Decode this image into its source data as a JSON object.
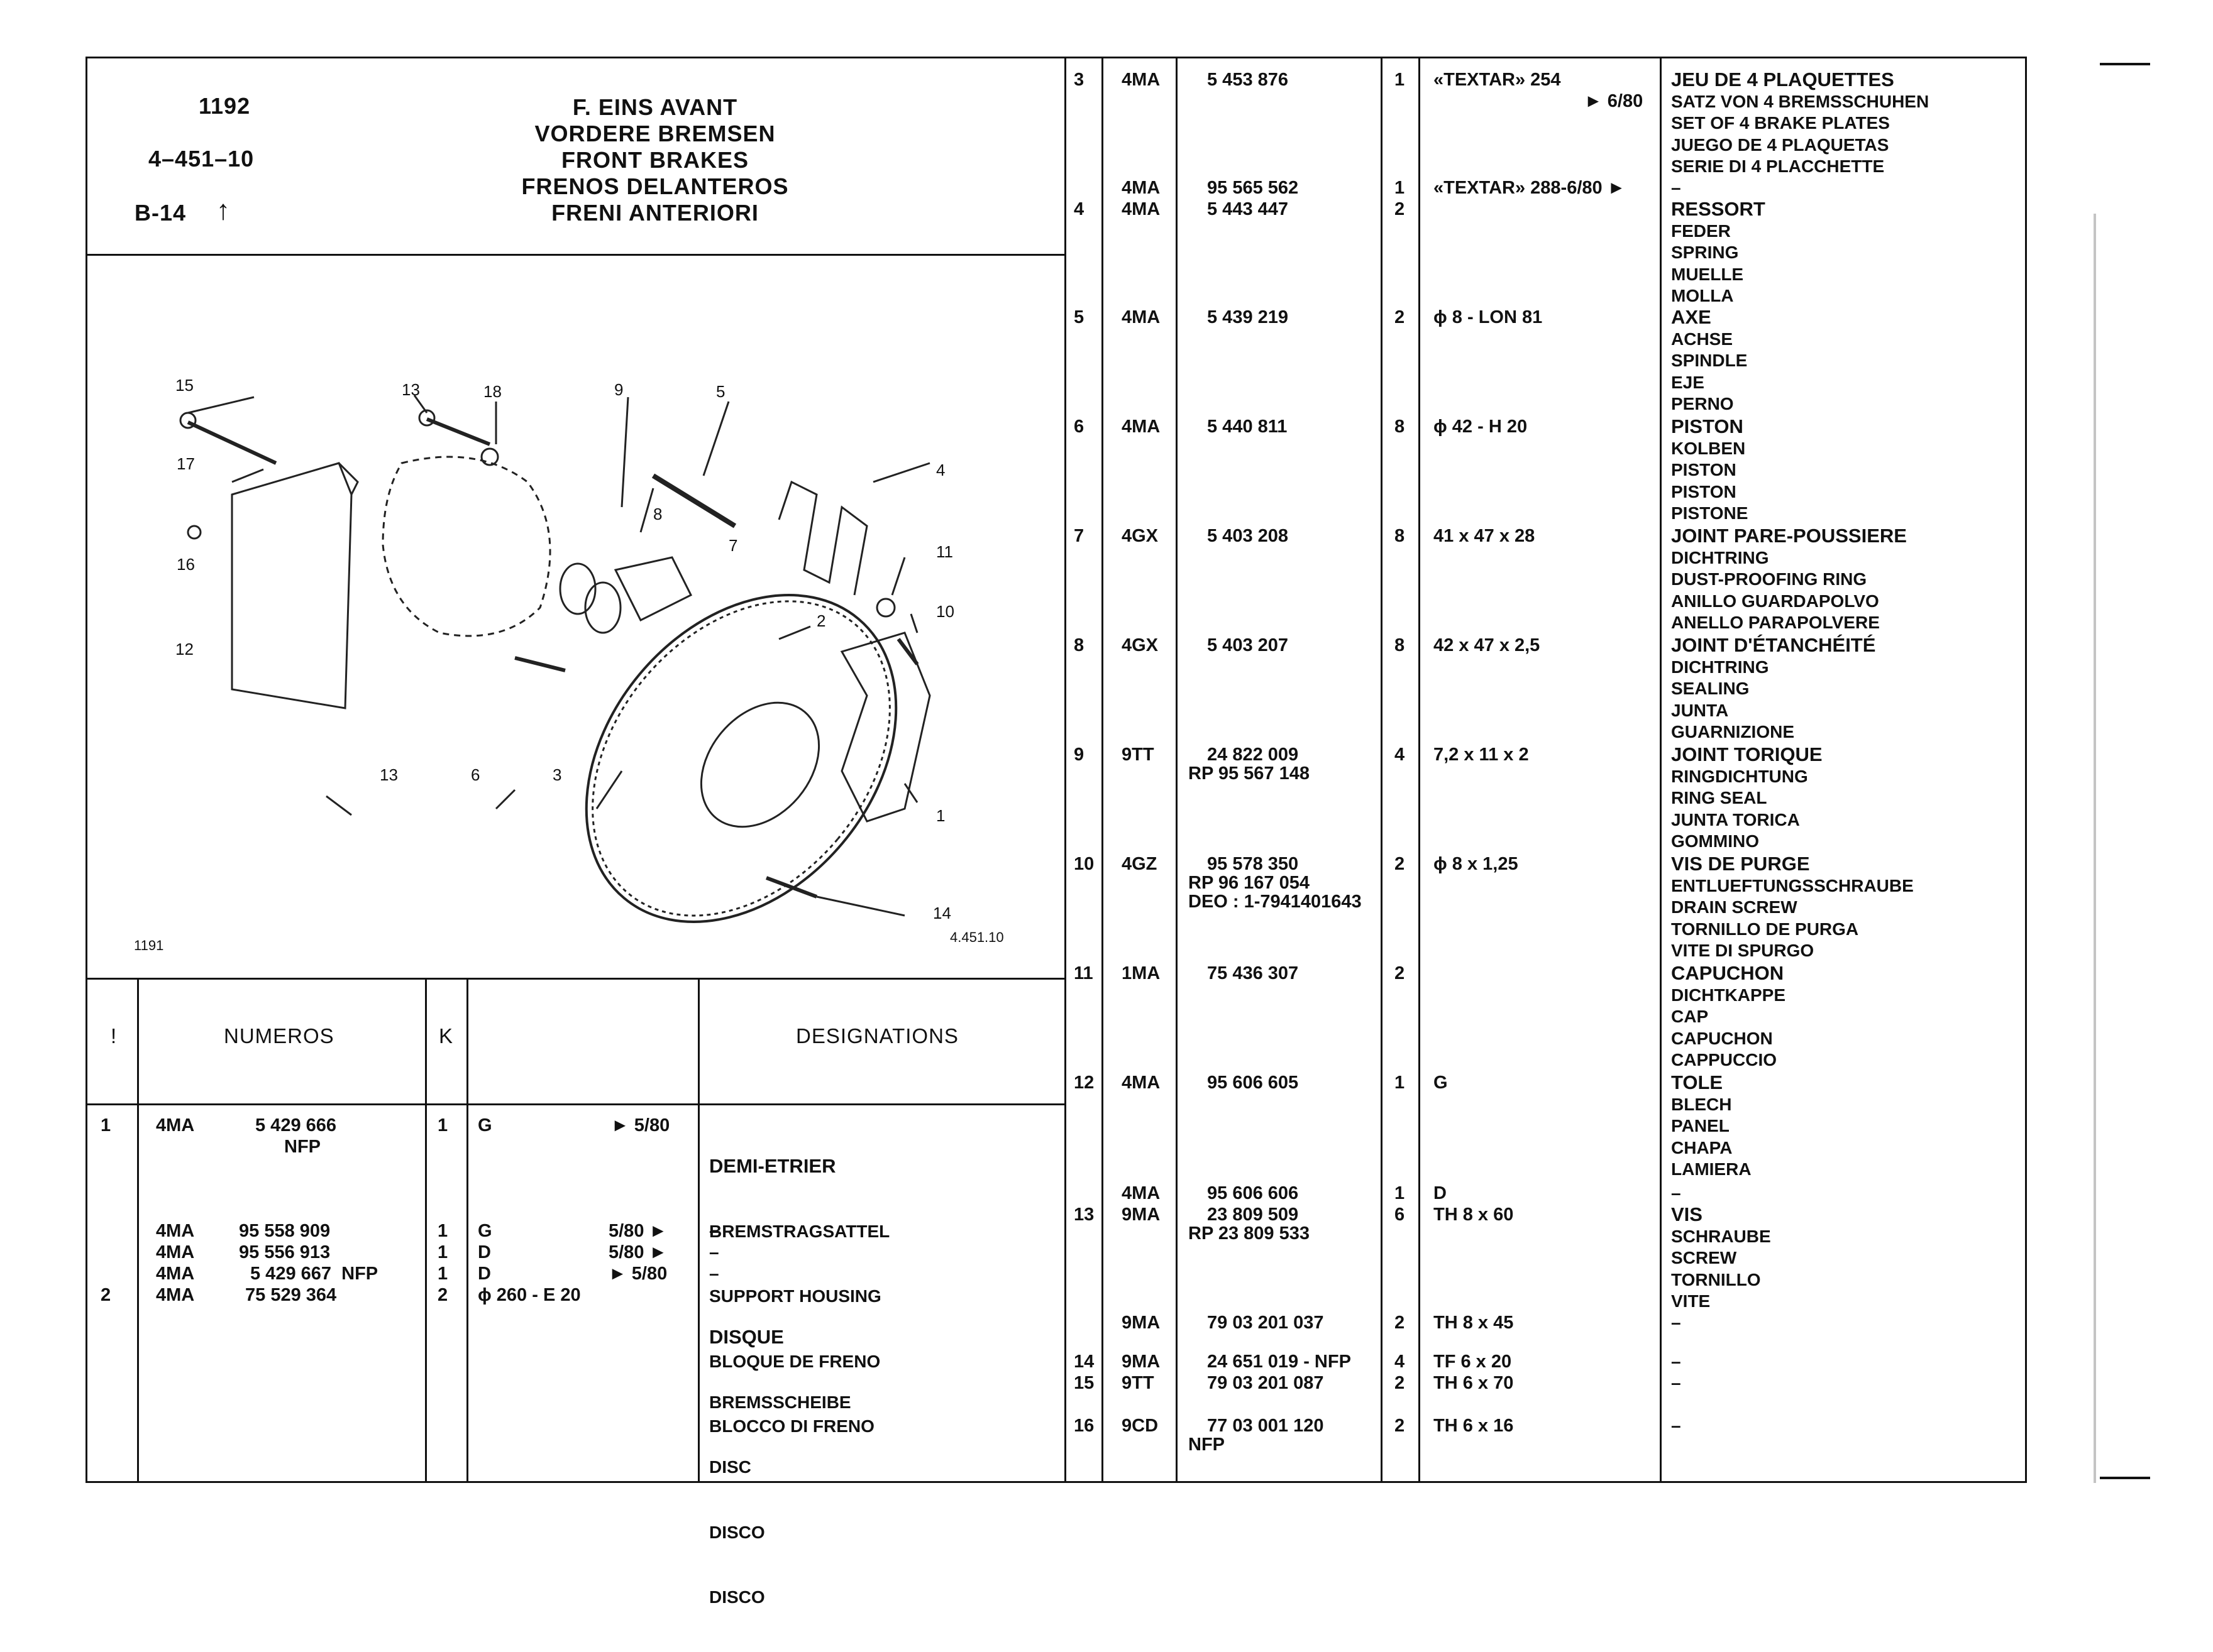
{
  "header": {
    "code1": "1192",
    "code2": "4–451–10",
    "code3": "B-14",
    "titles": [
      "F. EINS AVANT",
      "VORDERE BREMSEN",
      "FRONT BRAKES",
      "FRENOS DELANTEROS",
      "FRENI ANTERIORI"
    ]
  },
  "diagram": {
    "callouts": [
      "15",
      "13",
      "18",
      "9",
      "5",
      "17",
      "4",
      "16",
      "8",
      "7",
      "11",
      "10",
      "2",
      "12",
      "13",
      "6",
      "3",
      "1",
      "14"
    ],
    "corner_left": "1191",
    "corner_right": "4.451.10"
  },
  "table_header": {
    "col_num": "!",
    "col_numbers": "NUMEROS",
    "col_k": "K",
    "col_designations": "DESIGNATIONS"
  },
  "left_rows": [
    {
      "rep": "1",
      "code": "4MA",
      "number": "5 429 666",
      "number2": "NFP",
      "k": "1",
      "note": "G",
      "date": "► 5/80",
      "desc": [
        "DEMI-ETRIER",
        "BREMSTRAGSATTEL",
        "SUPPORT HOUSING",
        "BLOQUE DE FRENO",
        "BLOCCO DI FRENO"
      ]
    },
    {
      "rep": "",
      "code": "4MA",
      "number": "95 558 909",
      "k": "1",
      "note": "G",
      "date": "5/80 ►",
      "desc": [
        "–"
      ]
    },
    {
      "rep": "",
      "code": "4MA",
      "number": "95 556 913",
      "k": "1",
      "note": "D",
      "date": "5/80 ►",
      "desc": [
        "–"
      ]
    },
    {
      "rep": "",
      "code": "4MA",
      "number": "5 429 667  NFP",
      "k": "1",
      "note": "D",
      "date": "► 5/80",
      "desc": [
        "–"
      ]
    },
    {
      "rep": "2",
      "code": "4MA",
      "number": "75 529 364",
      "k": "2",
      "note": "ϕ 260 - E 20",
      "date": "",
      "desc": [
        "DISQUE",
        "BREMSSCHEIBE",
        "DISC",
        "DISCO",
        "DISCO"
      ]
    }
  ],
  "right_rows": [
    {
      "rep": "3",
      "code": "4MA",
      "number": "5 453 876",
      "k": "1",
      "note": "«TEXTAR» 254",
      "note2": "► 6/80",
      "desc": [
        "JEU DE 4 PLAQUETTES",
        "SATZ VON 4 BREMSSCHUHEN",
        "SET OF 4 BRAKE PLATES",
        "JUEGO DE 4 PLAQUETAS",
        "SERIE DI 4 PLACCHETTE"
      ]
    },
    {
      "rep": "",
      "code": "4MA",
      "number": "95 565 562",
      "k": "1",
      "note": "«TEXTAR» 288-6/80 ►",
      "desc": [
        "–"
      ]
    },
    {
      "rep": "4",
      "code": "4MA",
      "number": "5 443 447",
      "k": "2",
      "note": "",
      "desc": [
        "RESSORT",
        "FEDER",
        "SPRING",
        "MUELLE",
        "MOLLA"
      ]
    },
    {
      "rep": "5",
      "code": "4MA",
      "number": "5 439 219",
      "k": "2",
      "note": "ϕ 8 - LON 81",
      "desc": [
        "AXE",
        "ACHSE",
        "SPINDLE",
        "EJE",
        "PERNO"
      ]
    },
    {
      "rep": "6",
      "code": "4MA",
      "number": "5 440 811",
      "k": "8",
      "note": "ϕ 42 - H 20",
      "desc": [
        "PISTON",
        "KOLBEN",
        "PISTON",
        "PISTON",
        "PISTONE"
      ]
    },
    {
      "rep": "7",
      "code": "4GX",
      "number": "5 403 208",
      "k": "8",
      "note": "41 x 47 x 28",
      "desc": [
        "JOINT PARE-POUSSIERE",
        "DICHTRING",
        "DUST-PROOFING RING",
        "ANILLO GUARDAPOLVO",
        "ANELLO PARAPOLVERE"
      ]
    },
    {
      "rep": "8",
      "code": "4GX",
      "number": "5 403 207",
      "k": "8",
      "note": "42 x 47 x 2,5",
      "desc": [
        "JOINT D'ÉTANCHÉITÉ",
        "DICHTRING",
        "SEALING",
        "JUNTA",
        "GUARNIZIONE"
      ]
    },
    {
      "rep": "9",
      "code": "9TT",
      "number": "24 822 009",
      "number2": "RP 95 567 148",
      "k": "4",
      "note": "7,2 x 11 x 2",
      "desc": [
        "JOINT TORIQUE",
        "RINGDICHTUNG",
        "RING SEAL",
        "JUNTA TORICA",
        "GOMMINO"
      ]
    },
    {
      "rep": "10",
      "code": "4GZ",
      "number": "95 578 350",
      "number2": "RP 96 167 054",
      "number3": "DEO : 1-7941401643",
      "k": "2",
      "note": "ϕ 8 x 1,25",
      "desc": [
        "VIS DE PURGE",
        "ENTLUEFTUNGSSCHRAUBE",
        "DRAIN SCREW",
        "TORNILLO DE PURGA",
        "VITE DI SPURGO"
      ]
    },
    {
      "rep": "11",
      "code": "1MA",
      "number": "75 436 307",
      "k": "2",
      "note": "",
      "desc": [
        "CAPUCHON",
        "DICHTKAPPE",
        "CAP",
        "CAPUCHON",
        "CAPPUCCIO"
      ]
    },
    {
      "rep": "12",
      "code": "4MA",
      "number": "95 606 605",
      "k": "1",
      "note": "G",
      "desc": [
        "TOLE",
        "BLECH",
        "PANEL",
        "CHAPA",
        "LAMIERA"
      ]
    },
    {
      "rep": "",
      "code": "4MA",
      "number": "95 606 606",
      "k": "1",
      "note": "D",
      "desc": [
        "–"
      ]
    },
    {
      "rep": "13",
      "code": "9MA",
      "number": "23 809 509",
      "number2": "RP 23 809 533",
      "k": "6",
      "note": "TH 8 x 60",
      "desc": [
        "VIS",
        "SCHRAUBE",
        "SCREW",
        "TORNILLO",
        "VITE"
      ]
    },
    {
      "rep": "",
      "code": "9MA",
      "number": "79 03 201 037",
      "k": "2",
      "note": "TH 8 x 45",
      "desc": [
        "–"
      ]
    },
    {
      "rep": "14",
      "code": "9MA",
      "number": "24 651 019 - NFP",
      "k": "4",
      "note": "TF 6 x 20",
      "desc": [
        "–"
      ]
    },
    {
      "rep": "15",
      "code": "9TT",
      "number": "79 03 201 087",
      "k": "2",
      "note": "TH 6 x 70",
      "desc": [
        "–"
      ]
    },
    {
      "rep": "16",
      "code": "9CD",
      "number": "77 03 001 120",
      "number2": "NFP",
      "k": "2",
      "note": "TH 6 x 16",
      "desc": [
        "–"
      ]
    }
  ]
}
